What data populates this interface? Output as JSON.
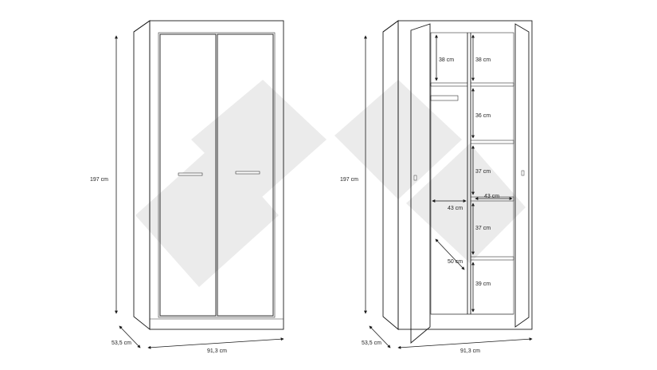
{
  "colors": {
    "background": "#ffffff",
    "line": "#1a1a1a",
    "watermark": "#e8e8e8"
  },
  "left_view": {
    "height_label": "197 cm",
    "depth_label": "53,5 cm",
    "width_label": "91,3 cm"
  },
  "right_view": {
    "height_label": "197 cm",
    "depth_label": "53,5 cm",
    "width_label": "91,3 cm",
    "left_top_compartment": "38 cm",
    "hanging_width": "43 cm",
    "hanging_depth": "50 cm",
    "shelf_labels": [
      "38 cm",
      "36 cm",
      "37 cm",
      "37 cm",
      "39 cm"
    ],
    "shelf_width": "43 cm"
  }
}
